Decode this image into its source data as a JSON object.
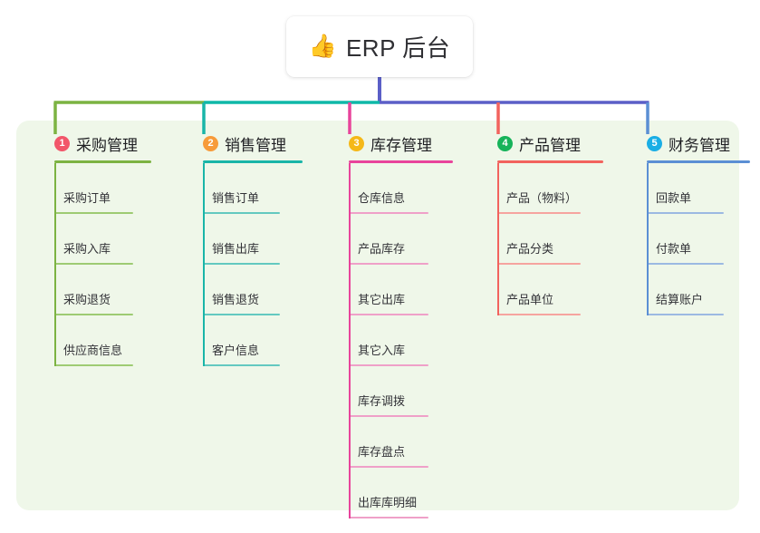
{
  "root": {
    "icon": "thumbs-up-icon",
    "emoji": "👍",
    "title": "ERP 后台"
  },
  "colors": {
    "panel_bg": "#eff7e9",
    "page_bg": "#ffffff",
    "root_text": "#2f2f33",
    "bus_left": "#7cb342",
    "bus_mid": "#0fb8a8",
    "bus_right": "#5b5fc7",
    "col1": "#7cb342",
    "col2": "#19b5a8",
    "col3": "#e8449b",
    "col4": "#f2635e",
    "col5": "#5b8fd4",
    "badge1": "#f2566a",
    "badge2": "#f79b3a",
    "badge3": "#f5b818",
    "badge4": "#16b35a",
    "badge5": "#1aaee5"
  },
  "columns": [
    {
      "index": "1",
      "badge_color": "#f2566a",
      "line_color": "#7cb342",
      "leaf_line_color": "#9ecb73",
      "title": "采购管理",
      "items": [
        "采购订单",
        "采购入库",
        "采购退货",
        "供应商信息"
      ]
    },
    {
      "index": "2",
      "badge_color": "#f79b3a",
      "line_color": "#19b5a8",
      "leaf_line_color": "#63c9c0",
      "title": "销售管理",
      "items": [
        "销售订单",
        "销售出库",
        "销售退货",
        "客户信息"
      ]
    },
    {
      "index": "3",
      "badge_color": "#f5b818",
      "line_color": "#e8449b",
      "leaf_line_color": "#efa0c8",
      "title": "库存管理",
      "items": [
        "仓库信息",
        "产品库存",
        "其它出库",
        "其它入库",
        "库存调拨",
        "库存盘点",
        "出库库明细"
      ]
    },
    {
      "index": "4",
      "badge_color": "#16b35a",
      "line_color": "#f2635e",
      "leaf_line_color": "#f6a49f",
      "title": "产品管理",
      "items": [
        "产品（物料）",
        "产品分类",
        "产品单位"
      ]
    },
    {
      "index": "5",
      "badge_color": "#1aaee5",
      "line_color": "#5b8fd4",
      "leaf_line_color": "#9cb9e2",
      "title": "财务管理",
      "items": [
        "回款单",
        "付款单",
        "结算账户"
      ]
    }
  ]
}
